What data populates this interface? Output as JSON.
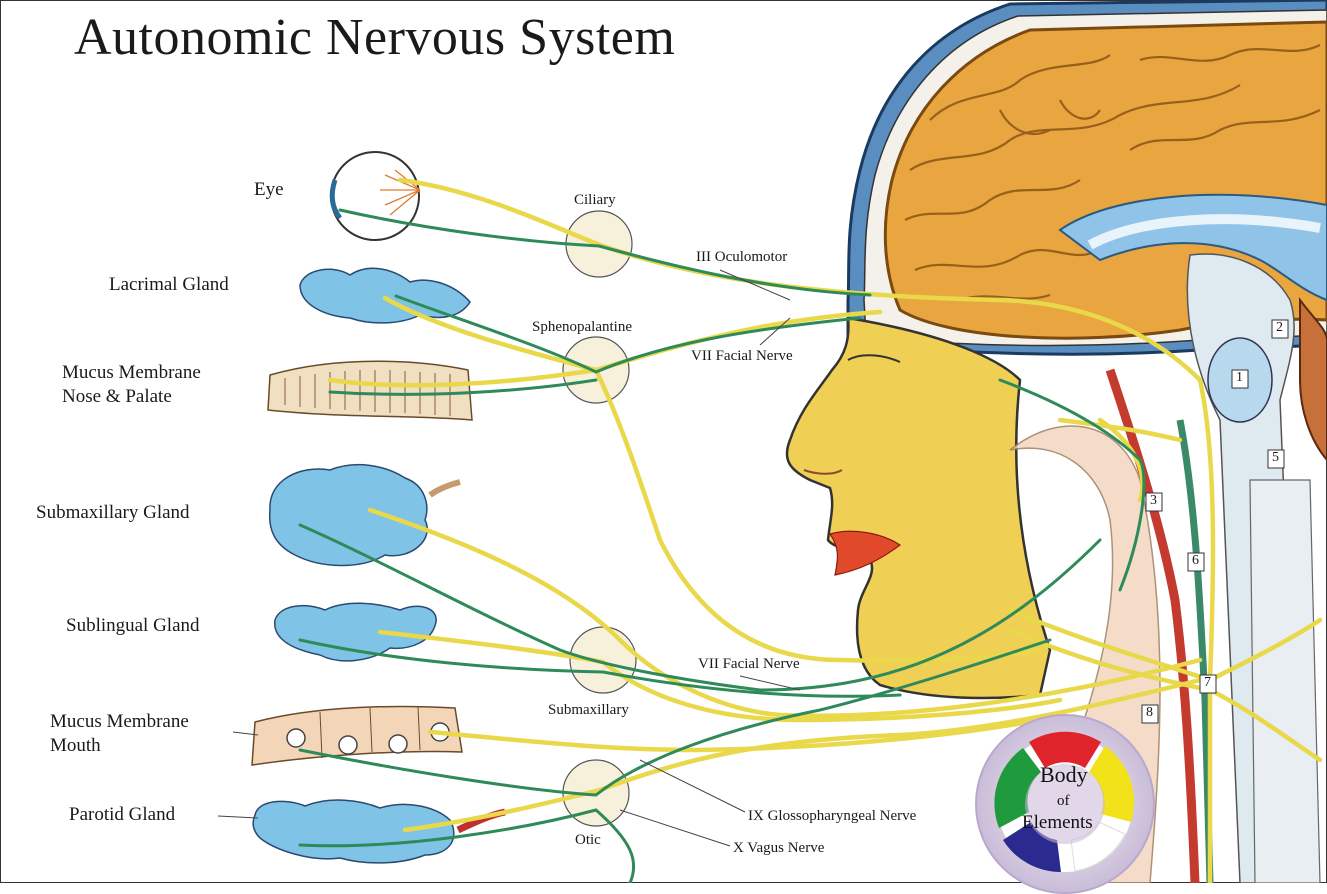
{
  "title": "Autonomic Nervous System",
  "organs": {
    "eye": "Eye",
    "lacrimal": "Lacrimal Gland",
    "mucus_nose_1": "Mucus Membrane",
    "mucus_nose_2": "Nose & Palate",
    "submaxillary": "Submaxillary Gland",
    "sublingual": "Sublingual Gland",
    "mucus_mouth_1": "Mucus Membrane",
    "mucus_mouth_2": "Mouth",
    "parotid": "Parotid Gland"
  },
  "ganglia": {
    "ciliary": "Ciliary",
    "sphenopalantine": "Sphenopalantine",
    "submaxillary": "Submaxillary",
    "otic": "Otic"
  },
  "nerves": {
    "oculomotor": "III Oculomotor",
    "facial_upper": "VII Facial Nerve",
    "facial_lower": "VII Facial Nerve",
    "glossopharyngeal": "IX Glossopharyngeal Nerve",
    "vagus": "X Vagus Nerve"
  },
  "spine_numbers": [
    "1",
    "2",
    "3",
    "5",
    "6",
    "7",
    "8"
  ],
  "logo": {
    "line1": "Body",
    "line2": "of",
    "line3": "Elements"
  },
  "colors": {
    "nerve_yellow": "#e8d84a",
    "nerve_green": "#2f8a5a",
    "brain": "#e8a540",
    "face": "#f0cf55",
    "gland_blue": "#7fc4e6",
    "lips": "#e04a2a",
    "logo_red": "#e0242c",
    "logo_yellow": "#f2e21a",
    "logo_blue": "#2a2a8f",
    "logo_green": "#1f9a3c"
  }
}
